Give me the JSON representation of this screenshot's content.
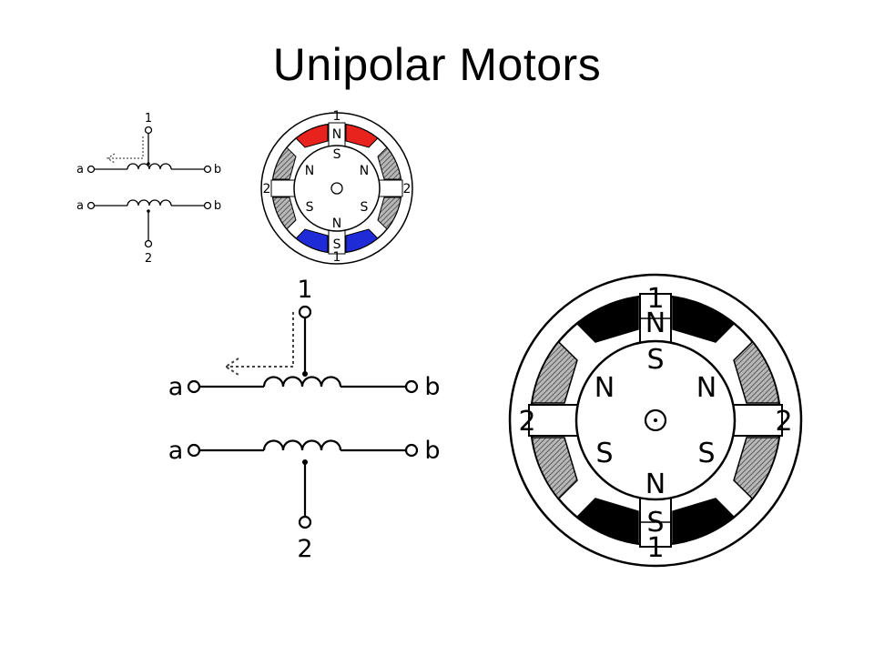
{
  "title": "Unipolar Motors",
  "colors": {
    "north_pole_small": "#e8231e",
    "south_pole_small": "#1f2bd6",
    "pole_large": "#000000",
    "hatched": "#8c8c8c"
  },
  "schematic_small": {
    "tap_top": "1",
    "tap_bottom": "2",
    "coil1_left": "a",
    "coil1_right": "b",
    "coil2_left": "a",
    "coil2_right": "b"
  },
  "schematic_large": {
    "tap_top": "1",
    "tap_bottom": "2",
    "coil1_left": "a",
    "coil1_right": "b",
    "coil2_left": "a",
    "coil2_right": "b"
  },
  "motor_small": {
    "stator_top": "1",
    "stator_bottom": "1",
    "stator_left": "2",
    "stator_right": "2",
    "pole_top_outer": "N",
    "pole_bottom_outer": "S",
    "rotor_top": "S",
    "rotor_bottom": "N",
    "rotor_upper_left": "N",
    "rotor_upper_right": "N",
    "rotor_lower_left": "S",
    "rotor_lower_right": "S"
  },
  "motor_large": {
    "stator_top": "1",
    "stator_bottom": "1",
    "stator_left": "2",
    "stator_right": "2",
    "pole_top_outer": "N",
    "pole_bottom_outer": "S",
    "rotor_top": "S",
    "rotor_bottom": "N",
    "rotor_upper_left": "N",
    "rotor_upper_right": "N",
    "rotor_lower_left": "S",
    "rotor_lower_right": "S"
  }
}
